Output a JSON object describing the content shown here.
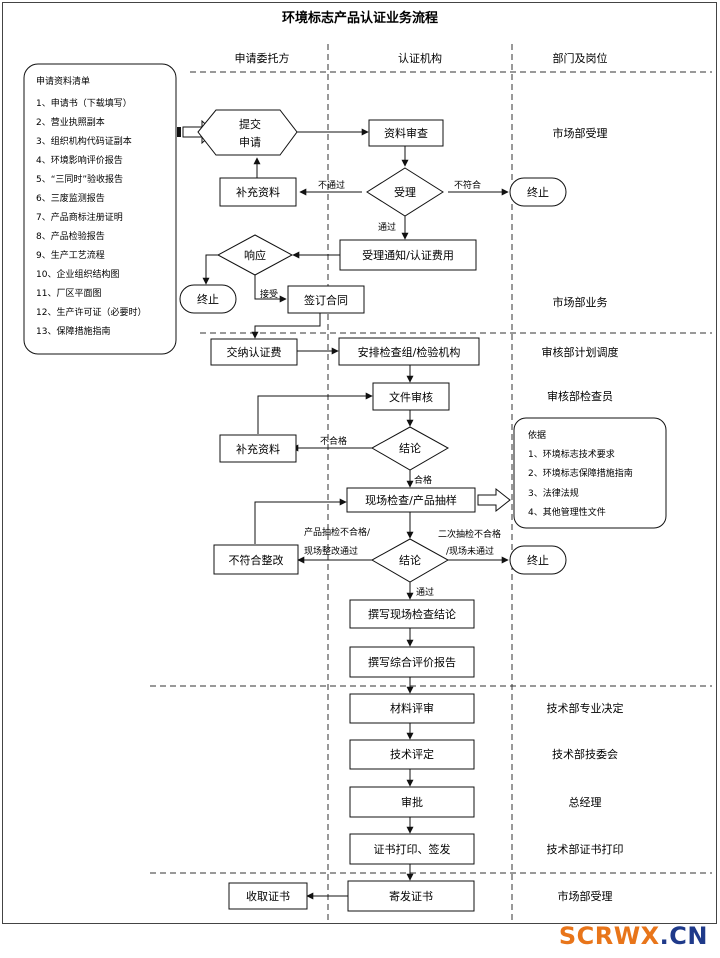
{
  "title": "环境标志产品认证业务流程",
  "lanes": {
    "applicant": "申请委托方",
    "certifier": "认证机构",
    "dept": "部门及岗位"
  },
  "checklist": {
    "title": "申请资料清单",
    "items": [
      "1、申请书（下载填写）",
      "2、营业执照副本",
      "3、组织机构代码证副本",
      "4、环境影响评价报告",
      "5、“三同时”验收报告",
      "6、三废监测报告",
      "7、产品商标注册证明",
      "8、产品检验报告",
      "9、生产工艺流程",
      "10、企业组织结构图",
      "11、厂区平面图",
      "12、生产许可证（必要时）",
      "13、保障措施指南"
    ]
  },
  "basis": {
    "title": "依据",
    "items": [
      "1、环境标志技术要求",
      "2、环境标志保障措施指南",
      "3、法律法规",
      "4、其他管理性文件"
    ]
  },
  "nodes": {
    "submit_line1": "提交",
    "submit_line2": "申请",
    "review": "资料审查",
    "accept": "受理",
    "supplement1": "补充资料",
    "end1": "终止",
    "notice": "受理通知/认证费用",
    "respond": "响应",
    "end2": "终止",
    "sign": "签订合同",
    "pay": "交纳认证费",
    "arrange": "安排检查组/检验机构",
    "docreview": "文件审核",
    "supplement2": "补充资料",
    "conclusion1": "结论",
    "inspect": "现场检查/产品抽样",
    "rectify": "不符合整改",
    "conclusion2": "结论",
    "end3": "终止",
    "report1": "撰写现场检查结论",
    "report2": "撰写综合评价报告",
    "material": "材料评审",
    "tech": "技术评定",
    "approve": "审批",
    "print": "证书打印、签发",
    "mail": "寄发证书",
    "receive": "收取证书"
  },
  "edge_labels": {
    "not_pass": "不通过",
    "not_conform": "不符合",
    "pass1": "通过",
    "accept_offer": "接受",
    "unqualified": "不合格",
    "qualified": "合格",
    "sample_fail_line1": "产品抽检不合格/",
    "sample_fail_line2": "现场整改通过",
    "second_fail_line1": "二次抽检不合格",
    "second_fail_line2": "/现场未通过",
    "pass2": "通过"
  },
  "depts": {
    "d1": "市场部受理",
    "d2": "市场部业务",
    "d3": "审核部计划调度",
    "d4": "审核部检查员",
    "d5": "技术部专业决定",
    "d6": "技术部技委会",
    "d7": "总经理",
    "d8": "技术部证书打印",
    "d9": "市场部受理"
  },
  "watermark": {
    "part1": "SCRWX",
    "part2": ".CN"
  }
}
